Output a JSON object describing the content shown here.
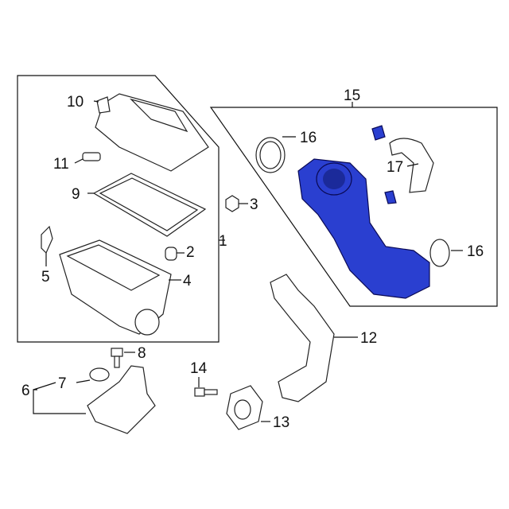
{
  "diagram": {
    "callouts": [
      {
        "id": "1",
        "label": "1"
      },
      {
        "id": "2",
        "label": "2"
      },
      {
        "id": "3",
        "label": "3"
      },
      {
        "id": "4",
        "label": "4"
      },
      {
        "id": "5",
        "label": "5"
      },
      {
        "id": "6",
        "label": "6"
      },
      {
        "id": "7",
        "label": "7"
      },
      {
        "id": "8",
        "label": "8"
      },
      {
        "id": "9",
        "label": "9"
      },
      {
        "id": "10",
        "label": "10"
      },
      {
        "id": "11",
        "label": "11"
      },
      {
        "id": "12",
        "label": "12"
      },
      {
        "id": "13",
        "label": "13"
      },
      {
        "id": "14",
        "label": "14"
      },
      {
        "id": "15",
        "label": "15"
      },
      {
        "id": "16a",
        "label": "16"
      },
      {
        "id": "16b",
        "label": "16"
      },
      {
        "id": "17",
        "label": "17"
      }
    ],
    "highlight_color": "#2a3fd0"
  }
}
